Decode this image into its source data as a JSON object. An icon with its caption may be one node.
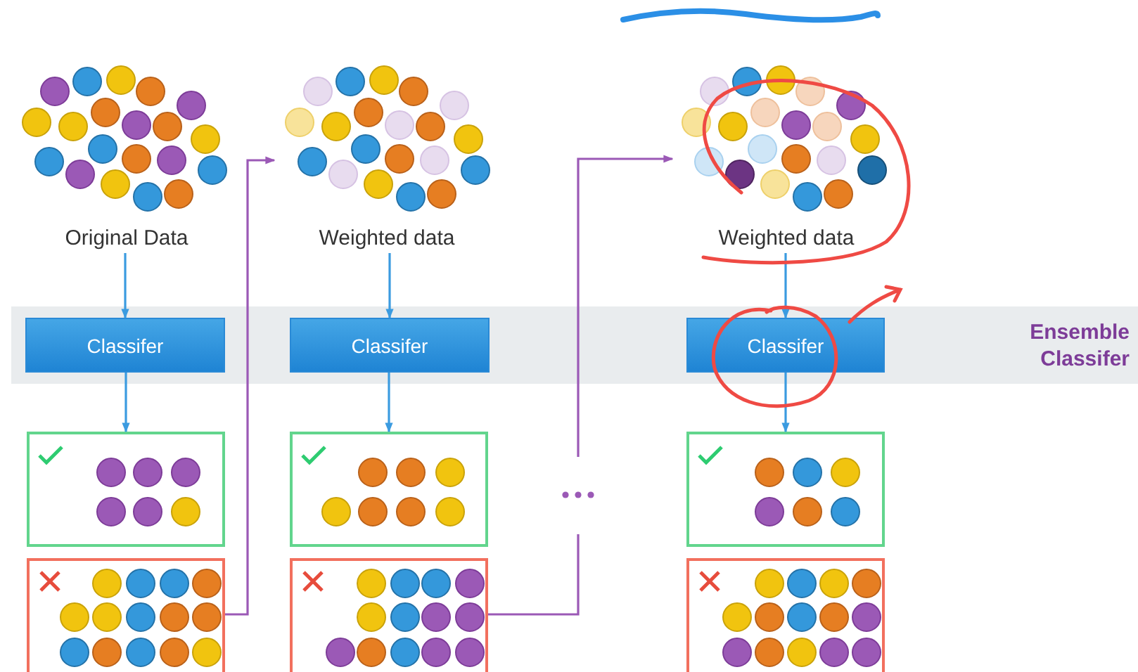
{
  "diagram": {
    "nodes": [
      {
        "text": [
          "Original Data"
        ]
      },
      {
        "text": [
          "Weighted data"
        ]
      },
      {
        "text": [
          "Weighted data"
        ]
      },
      {
        "text": [
          "Ensemble Classifer"
        ]
      },
      {
        "text": [
          "Classifer"
        ],
        "in": 3
      },
      {
        "text": [
          "Classifer"
        ],
        "in": 3
      },
      {
        "text": [
          "Classifer"
        ],
        "in": 3
      },
      {
        "text": [],
        "shape": "box"
      },
      {
        "text": [],
        "shape": "box"
      },
      {
        "text": [],
        "shape": "box"
      },
      {
        "text": [],
        "shape": "box"
      },
      {
        "text": [],
        "shape": "box"
      },
      {
        "text": [],
        "shape": "box"
      },
      {
        "text": [],
        "shape": "dots"
      }
    ],
    "edges": [
      {
        "from": 0,
        "to": 4,
        "arrow": "to"
      },
      {
        "from": 4,
        "to": 7,
        "arrow": "to"
      },
      {
        "from": 1,
        "to": 5,
        "arrow": "to"
      },
      {
        "from": 5,
        "to": 8,
        "arrow": "to"
      },
      {
        "from": 2,
        "to": 6,
        "arrow": "to"
      },
      {
        "from": 6,
        "to": 9,
        "arrow": "to"
      },
      {
        "from": 10,
        "to": 1,
        "arrow": "to",
        "color": "#9b59b6"
      },
      {
        "from": 11,
        "to": 13,
        "arrow": "none",
        "color": "#9b59b6"
      },
      {
        "from": 13,
        "to": 2,
        "arrow": "to",
        "color": "#9b59b6"
      }
    ]
  }
}
